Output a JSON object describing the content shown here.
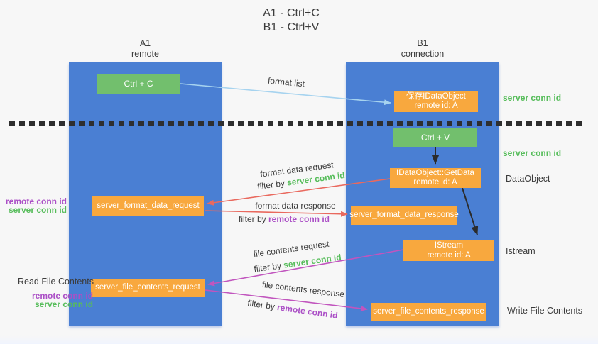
{
  "title": {
    "line1": "A1 - Ctrl+C",
    "line2": "B1 - Ctrl+V"
  },
  "lifelines": {
    "a1": {
      "name": "A1",
      "role": "remote"
    },
    "b1": {
      "name": "B1",
      "role": "connection"
    }
  },
  "boxes": {
    "ctrl_c": {
      "label": "Ctrl + C"
    },
    "ctrl_v": {
      "label": "Ctrl + V"
    },
    "save_idataobject": {
      "line1": "保存IDataObject",
      "line2": "remote id: A"
    },
    "getdata": {
      "line1": "IDataObject::GetData",
      "line2": "remote id: A"
    },
    "istream": {
      "line1": "IStream",
      "line2": "remote id: A"
    },
    "format_request": {
      "label": "server_format_data_request"
    },
    "format_response": {
      "label": "server_format_data_response"
    },
    "file_request": {
      "label": "server_file_contents_request"
    },
    "file_response": {
      "label": "server_file_contents_response"
    }
  },
  "arrows": {
    "format_list": {
      "label": "format list"
    },
    "format_data_request": {
      "label": "format data request",
      "filter_prefix": "filter by ",
      "filter_key": "server conn id"
    },
    "format_data_response": {
      "label": "format data response",
      "filter_prefix": "filter by ",
      "filter_key": "remote conn id"
    },
    "file_contents_request": {
      "label": "file contents request",
      "filter_prefix": "filter by ",
      "filter_key": "server conn id"
    },
    "file_contents_response": {
      "label": "file contents response",
      "filter_prefix": "filter by ",
      "filter_key": "remote conn id"
    }
  },
  "side_labels": {
    "right": {
      "server_conn_id_1": "server conn id",
      "server_conn_id_2": "server conn id",
      "dataobject": "DataObject",
      "istream": "Istream",
      "write_file_contents": "Write File Contents"
    },
    "left": {
      "remote_conn_id_1": "remote conn id",
      "server_conn_id_1": "server conn id",
      "read_file_contents": "Read File Contents",
      "remote_conn_id_2": "remote conn id",
      "server_conn_id_2": "server conn id"
    }
  },
  "colors": {
    "lifeline_blue": "#4a7fd3",
    "action_green": "#72bf6d",
    "message_orange": "#f8a83e",
    "server_conn_green": "#57bd5b",
    "remote_conn_purple": "#ab4fc6",
    "request_red": "#e9695e",
    "contents_magenta": "#c155be",
    "format_list_blue": "#a6d3ef",
    "arrow_black": "#2b2b2b",
    "text_dark": "#3b3b3b",
    "background": "#f7f7f7"
  }
}
